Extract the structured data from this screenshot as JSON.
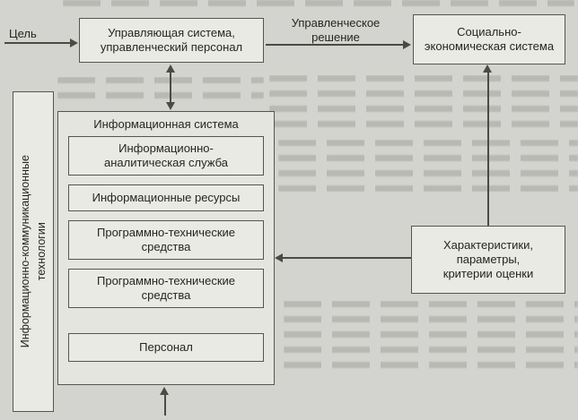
{
  "diagram": {
    "goal_label": "Цель",
    "managing_system": "Управляющая система,\nуправленческий персонал",
    "decision_label": "Управленческое\nрешение",
    "socio_economic": "Социально-\nэкономическая система",
    "ict_label": "Информационно-коммуникационные\nтехнологии",
    "info_system_title": "Информационная система",
    "info_system_items": [
      "Информационно-\nаналитическая служба",
      "Информационные ресурсы",
      "Программно-технические\nсредства",
      "Программно-технические\nсредства",
      "Персонал"
    ],
    "characteristics": "Характеристики,\nпараметры,\nкритерии оценки"
  }
}
